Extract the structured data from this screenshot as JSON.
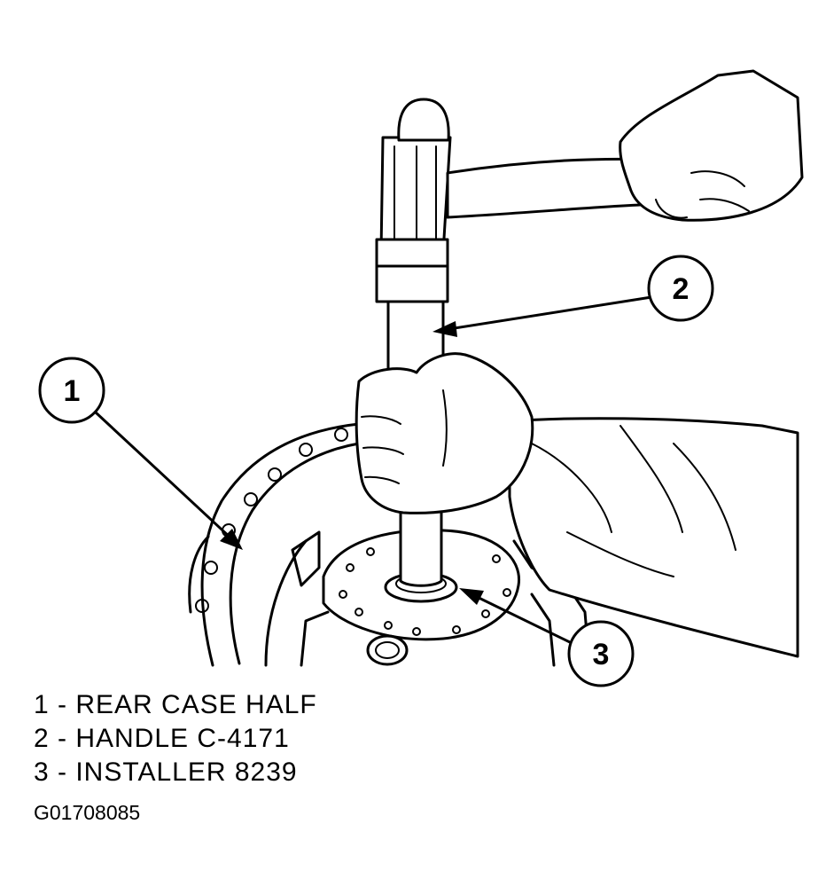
{
  "callouts": [
    {
      "number": "1"
    },
    {
      "number": "2"
    },
    {
      "number": "3"
    }
  ],
  "legend": [
    {
      "text": "1 - REAR CASE HALF"
    },
    {
      "text": "2 - HANDLE C-4171"
    },
    {
      "text": "3 - INSTALLER 8239"
    }
  ],
  "figure_id": "G01708085"
}
